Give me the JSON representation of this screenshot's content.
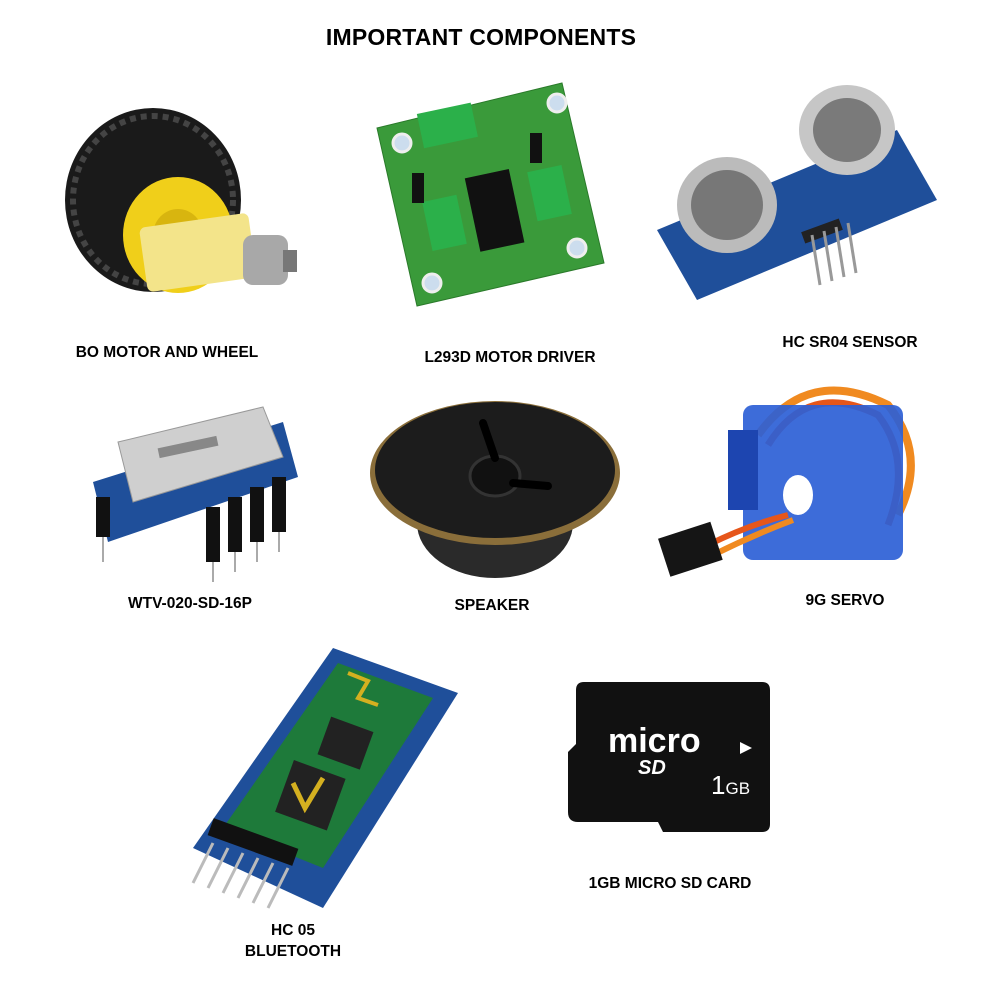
{
  "title": "IMPORTANT COMPONENTS",
  "components": [
    {
      "label": "BO MOTOR AND WHEEL",
      "icon": "bo-motor-wheel-image"
    },
    {
      "label": "L293D MOTOR DRIVER",
      "icon": "l293d-board-image"
    },
    {
      "label": "HC SR04 SENSOR",
      "icon": "ultrasonic-sensor-image"
    },
    {
      "label": "WTV-020-SD-16P",
      "icon": "sound-module-image"
    },
    {
      "label": "SPEAKER",
      "icon": "speaker-image"
    },
    {
      "label": "9G SERVO",
      "icon": "servo-image"
    },
    {
      "label_line1": "HC 05",
      "label_line2": "BLUETOOTH",
      "icon": "bluetooth-module-image"
    },
    {
      "label": "1GB MICRO SD CARD",
      "icon": "micro-sd-card-image",
      "card_logo": "micro SD",
      "card_capacity": "1 GB"
    }
  ],
  "colors": {
    "pcb_green": "#3a9a3a",
    "pcb_blue": "#1f4f9a",
    "wheel_yellow": "#f2d21c",
    "servo_blue": "#2d5fd6"
  }
}
